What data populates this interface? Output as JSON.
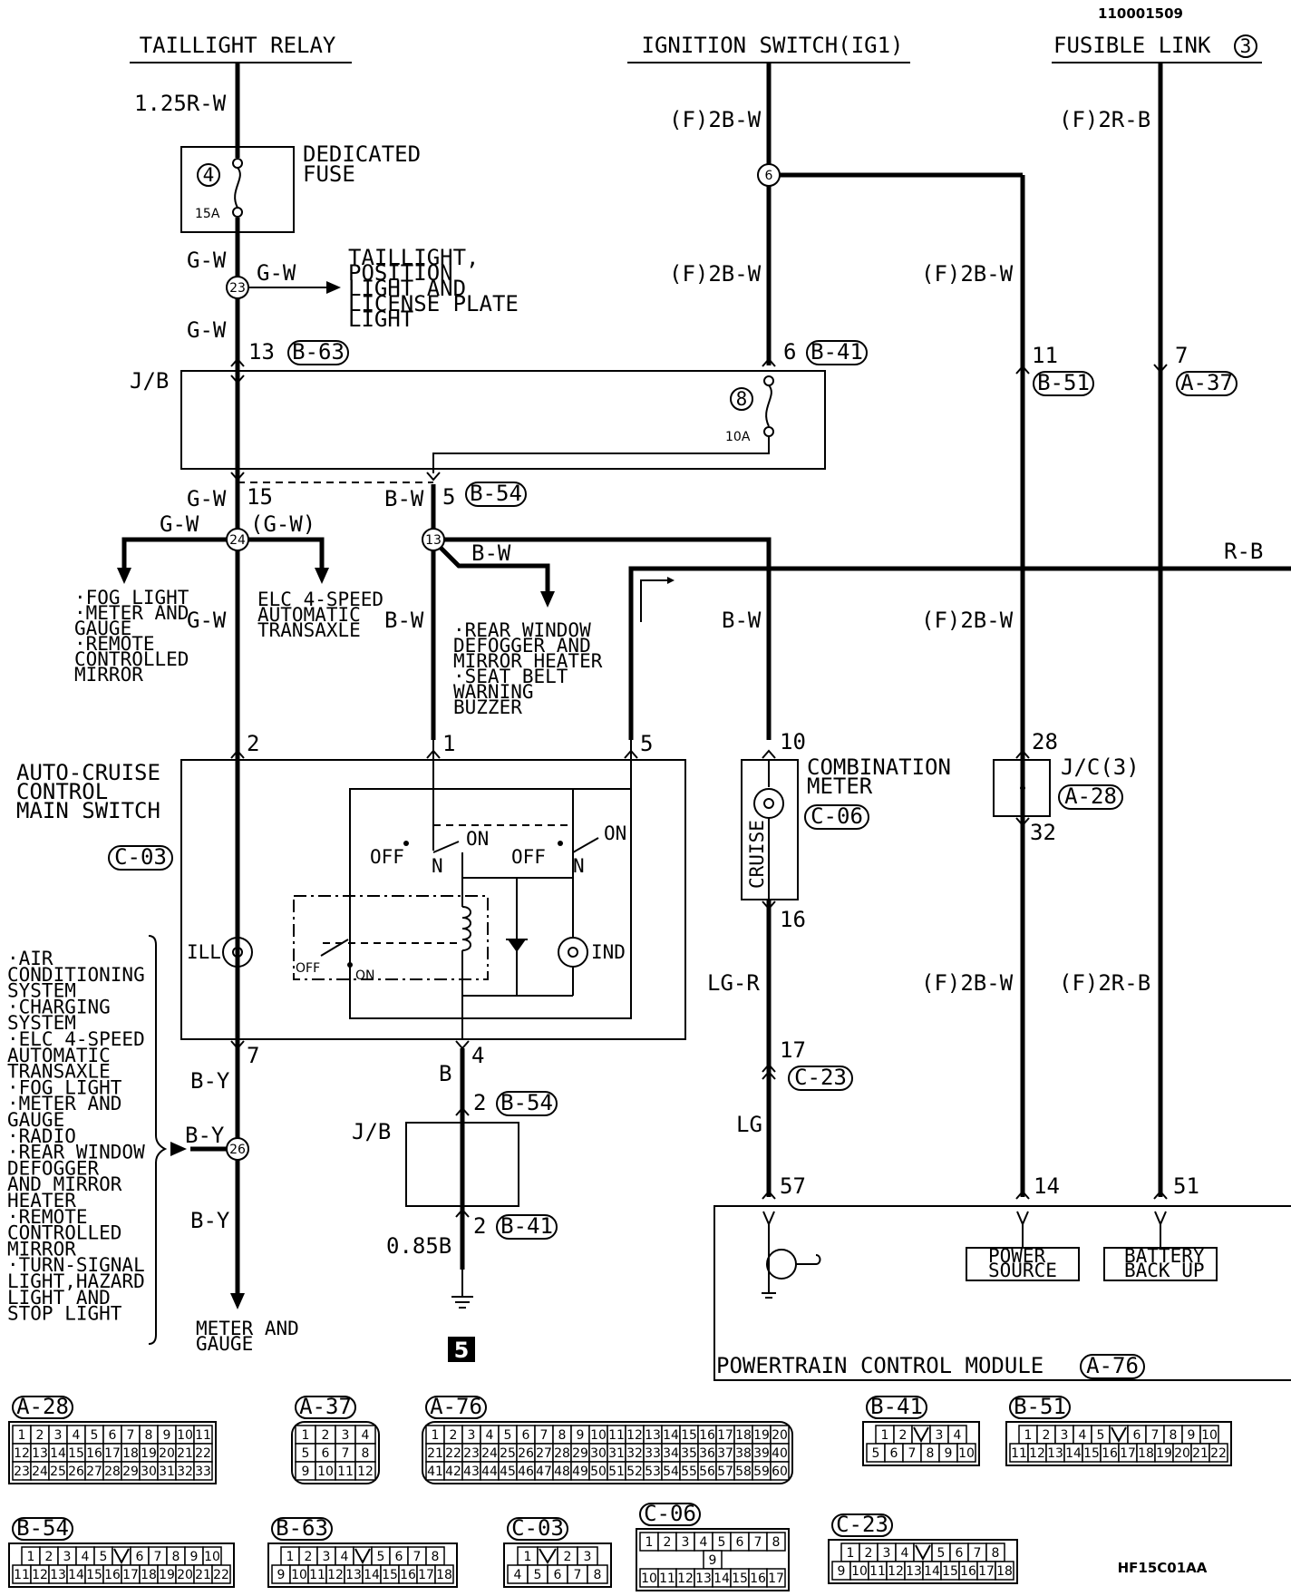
{
  "doc_number": "110001509",
  "figure_code": "HF15C01AA",
  "power_sources": {
    "taillight_relay": "TAILLIGHT RELAY",
    "ignition_switch": "IGNITION SWITCH(IG1)",
    "fusible_link": "FUSIBLE LINK",
    "fusible_link_no": "3"
  },
  "fuses": {
    "dedicated_fuse": {
      "label": "DEDICATED\nFUSE",
      "number": "4",
      "rating": "15A"
    },
    "jb_fuse": {
      "number": "8",
      "rating": "10A"
    }
  },
  "wires": {
    "w_125rw": "1.25R-W",
    "w_gw": "G-W",
    "w_gw_paren": "(G-W)",
    "w_f2bw": "(F)2B-W",
    "w_f2rb": "(F)2R-B",
    "w_bw": "B-W",
    "w_rb": "R-B",
    "w_by": "B-Y",
    "w_b": "B",
    "w_085b": "0.85B",
    "w_lgr": "LG-R",
    "w_lg": "LG"
  },
  "splices": {
    "s23": "23",
    "s24": "24",
    "s13": "13",
    "s26": "26",
    "s6": "6"
  },
  "pins": {
    "p13": "13",
    "p6": "6",
    "p11": "11",
    "p7": "7",
    "p15": "15",
    "p5": "5",
    "p2": "2",
    "p1": "1",
    "p10": "10",
    "p28": "28",
    "p32": "32",
    "p16": "16",
    "p17": "17",
    "p4": "4",
    "p57": "57",
    "p14": "14",
    "p51": "51"
  },
  "connectors": {
    "b63": "B-63",
    "b41": "B-41",
    "b51": "B-51",
    "a37": "A-37",
    "b54": "B-54",
    "c03": "C-03",
    "c06": "C-06",
    "a28": "A-28",
    "c23": "C-23",
    "a76": "A-76"
  },
  "components": {
    "jb": "J/B",
    "taillight_dest": "TAILLIGHT,\nPOSITION\nLIGHT AND\nLICENSE PLATE\nLIGHT",
    "gw_left_dest": "·FOG LIGHT\n·METER AND\nGAUGE\n·REMOTE\nCONTROLLED\nMIRROR",
    "elc_dest": "ELC 4-SPEED\nAUTOMATIC\nTRANSAXLE",
    "bw_dest": "·REAR WINDOW\nDEFOGGER AND\nMIRROR HEATER\n·SEAT BELT\nWARNING\nBUZZER",
    "main_switch": "AUTO-CRUISE\nCONTROL\nMAIN SWITCH",
    "switch_off": "OFF",
    "switch_on": "ON",
    "switch_n": "N",
    "lamp_ill": "ILL",
    "lamp_ind": "IND",
    "combination_meter": "COMBINATION\nMETER",
    "cruise": "CRUISE",
    "jc3": "J/C(3)",
    "pcm": "POWERTRAIN CONTROL MODULE",
    "power_source": "POWER\nSOURCE",
    "battery_backup": "BATTERY\nBACK UP",
    "ground_no": "5",
    "meter_gauge": "METER AND\nGAUGE",
    "by_list": "·AIR\nCONDITIONING\nSYSTEM\n·CHARGING\nSYSTEM\n·ELC 4-SPEED\nAUTOMATIC\nTRANSAXLE\n·FOG LIGHT\n·METER AND\nGAUGE\n·RADIO\n·REAR WINDOW\nDEFOGGER\nAND MIRROR\nHEATER\n·REMOTE\nCONTROLLED\nMIRROR\n·TURN-SIGNAL\nLIGHT,HAZARD\nLIGHT AND\nSTOP LIGHT"
  },
  "connector_faces": {
    "a28": {
      "label": "A-28",
      "rows": [
        [
          "1",
          "2",
          "3",
          "4",
          "5",
          "6",
          "7",
          "8",
          "9",
          "10",
          "11"
        ],
        [
          "12",
          "13",
          "14",
          "15",
          "16",
          "17",
          "18",
          "19",
          "20",
          "21",
          "22"
        ],
        [
          "23",
          "24",
          "25",
          "26",
          "27",
          "28",
          "29",
          "30",
          "31",
          "32",
          "33"
        ]
      ]
    },
    "a37": {
      "label": "A-37",
      "rows": [
        [
          "1",
          "2",
          "3",
          "4"
        ],
        [
          "5",
          "6",
          "7",
          "8"
        ],
        [
          "9",
          "10",
          "11",
          "12"
        ]
      ]
    },
    "a76": {
      "label": "A-76",
      "rows": [
        [
          "1",
          "2",
          "3",
          "4",
          "5",
          "6",
          "7",
          "8",
          "9",
          "10",
          "11",
          "12",
          "13",
          "14",
          "15",
          "16",
          "17",
          "18",
          "19",
          "20"
        ],
        [
          "21",
          "22",
          "23",
          "24",
          "25",
          "26",
          "27",
          "28",
          "29",
          "30",
          "31",
          "32",
          "33",
          "34",
          "35",
          "36",
          "37",
          "38",
          "39",
          "40"
        ],
        [
          "41",
          "42",
          "43",
          "44",
          "45",
          "46",
          "47",
          "48",
          "49",
          "50",
          "51",
          "52",
          "53",
          "54",
          "55",
          "56",
          "57",
          "58",
          "59",
          "60"
        ]
      ]
    },
    "b41": {
      "label": "B-41",
      "rows": [
        [
          "1",
          "2",
          "",
          "3",
          "4"
        ],
        [
          "5",
          "6",
          "7",
          "8",
          "9",
          "10"
        ]
      ]
    },
    "b51": {
      "label": "B-51",
      "rows": [
        [
          "1",
          "2",
          "3",
          "4",
          "5",
          "",
          "6",
          "7",
          "8",
          "9",
          "10"
        ],
        [
          "11",
          "12",
          "13",
          "14",
          "15",
          "16",
          "17",
          "18",
          "19",
          "20",
          "21",
          "22"
        ]
      ]
    },
    "b54": {
      "label": "B-54",
      "rows": [
        [
          "1",
          "2",
          "3",
          "4",
          "5",
          "",
          "6",
          "7",
          "8",
          "9",
          "10"
        ],
        [
          "11",
          "12",
          "13",
          "14",
          "15",
          "16",
          "17",
          "18",
          "19",
          "20",
          "21",
          "22"
        ]
      ]
    },
    "b63": {
      "label": "B-63",
      "rows": [
        [
          "1",
          "2",
          "3",
          "4",
          "",
          "5",
          "6",
          "7",
          "8"
        ],
        [
          "9",
          "10",
          "11",
          "12",
          "13",
          "14",
          "15",
          "16",
          "17",
          "18"
        ]
      ]
    },
    "c03": {
      "label": "C-03",
      "rows": [
        [
          "1",
          "",
          "2",
          "3"
        ],
        [
          "4",
          "5",
          "6",
          "7",
          "8"
        ]
      ]
    },
    "c06": {
      "label": "C-06",
      "rows": [
        [
          "1",
          "2",
          "3",
          "4",
          "5",
          "6",
          "7",
          "8"
        ],
        [
          "9"
        ],
        [
          "10",
          "11",
          "12",
          "13",
          "14",
          "15",
          "16",
          "17"
        ]
      ]
    },
    "c23": {
      "label": "C-23",
      "rows": [
        [
          "1",
          "2",
          "3",
          "4",
          "",
          "5",
          "6",
          "7",
          "8"
        ],
        [
          "9",
          "10",
          "11",
          "12",
          "13",
          "14",
          "15",
          "16",
          "17",
          "18"
        ]
      ]
    }
  }
}
